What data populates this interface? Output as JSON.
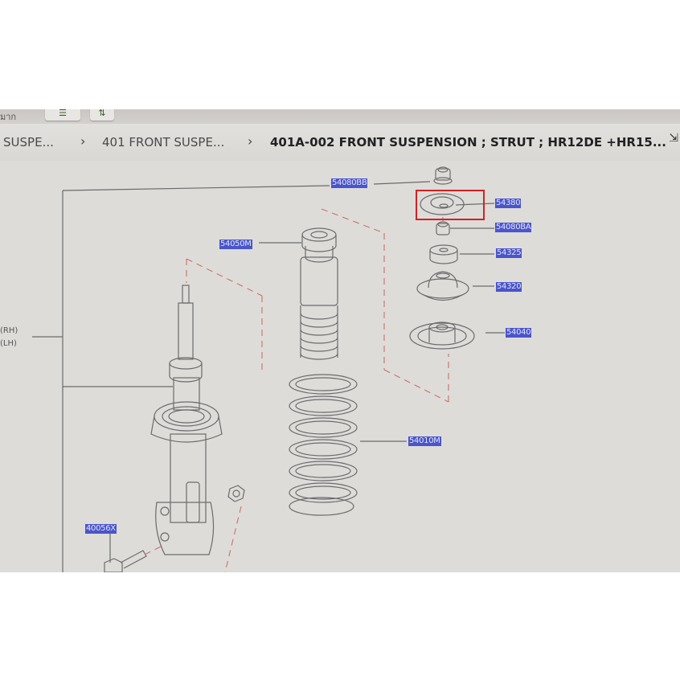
{
  "toolbar": {
    "left_text": "มาก",
    "button1_icon": "list-icon",
    "button2_icon": "sort-icon"
  },
  "breadcrumb": {
    "items": [
      {
        "label": "SUSPE..."
      },
      {
        "label": "401 FRONT SUSPE..."
      },
      {
        "label": "401A-002 FRONT SUSPENSION ; STRUT ; HR12DE +HR15..."
      }
    ],
    "separator": "›",
    "collapse_icon": "collapse-icon"
  },
  "diagram": {
    "side_labels": [
      "(RH)",
      "(LH)"
    ],
    "callouts": [
      {
        "id": "54080BB",
        "label": "54080BB"
      },
      {
        "id": "54380",
        "label": "54380",
        "highlighted": true
      },
      {
        "id": "54080BA",
        "label": "54080BA"
      },
      {
        "id": "54050M",
        "label": "54050M"
      },
      {
        "id": "54325",
        "label": "54325"
      },
      {
        "id": "54320",
        "label": "54320"
      },
      {
        "id": "54040",
        "label": "54040"
      },
      {
        "id": "54010M",
        "label": "54010M"
      },
      {
        "id": "40056X",
        "label": "40056X"
      }
    ],
    "highlight_color": "#d42020",
    "callout_color": "#4a55c8"
  }
}
